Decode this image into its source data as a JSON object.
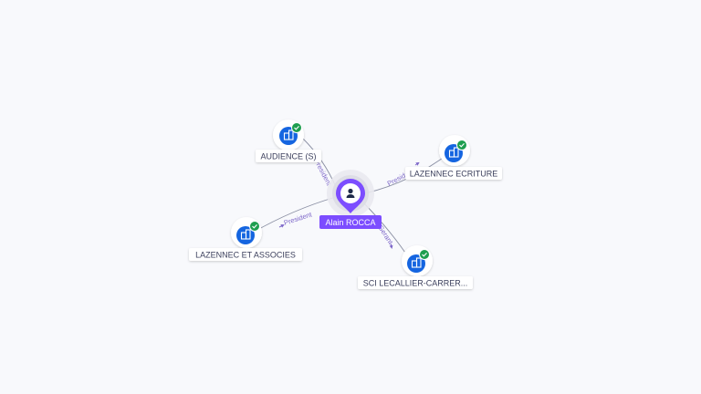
{
  "center": {
    "name": "Alain ROCCA",
    "icon": "person-icon",
    "color": "#7c4dff"
  },
  "companies": [
    {
      "name": "AUDIENCE (S)",
      "icon": "company-icon",
      "status": "verified"
    },
    {
      "name": "LAZENNEC ECRITURE",
      "icon": "company-icon",
      "status": "verified"
    },
    {
      "name": "LAZENNEC ET ASSOCIES",
      "icon": "company-icon",
      "status": "verified"
    },
    {
      "name": "SCI LECALLIER-CARRER...",
      "icon": "company-icon",
      "status": "verified"
    }
  ],
  "edges": [
    {
      "label": "President"
    },
    {
      "label": "President"
    },
    {
      "label": "President"
    },
    {
      "label": "Gerant"
    }
  ],
  "colors": {
    "company": "#1565e0",
    "verified": "#1e9e4f",
    "edge_label": "#7e68c9",
    "background": "#f8f9fc"
  }
}
